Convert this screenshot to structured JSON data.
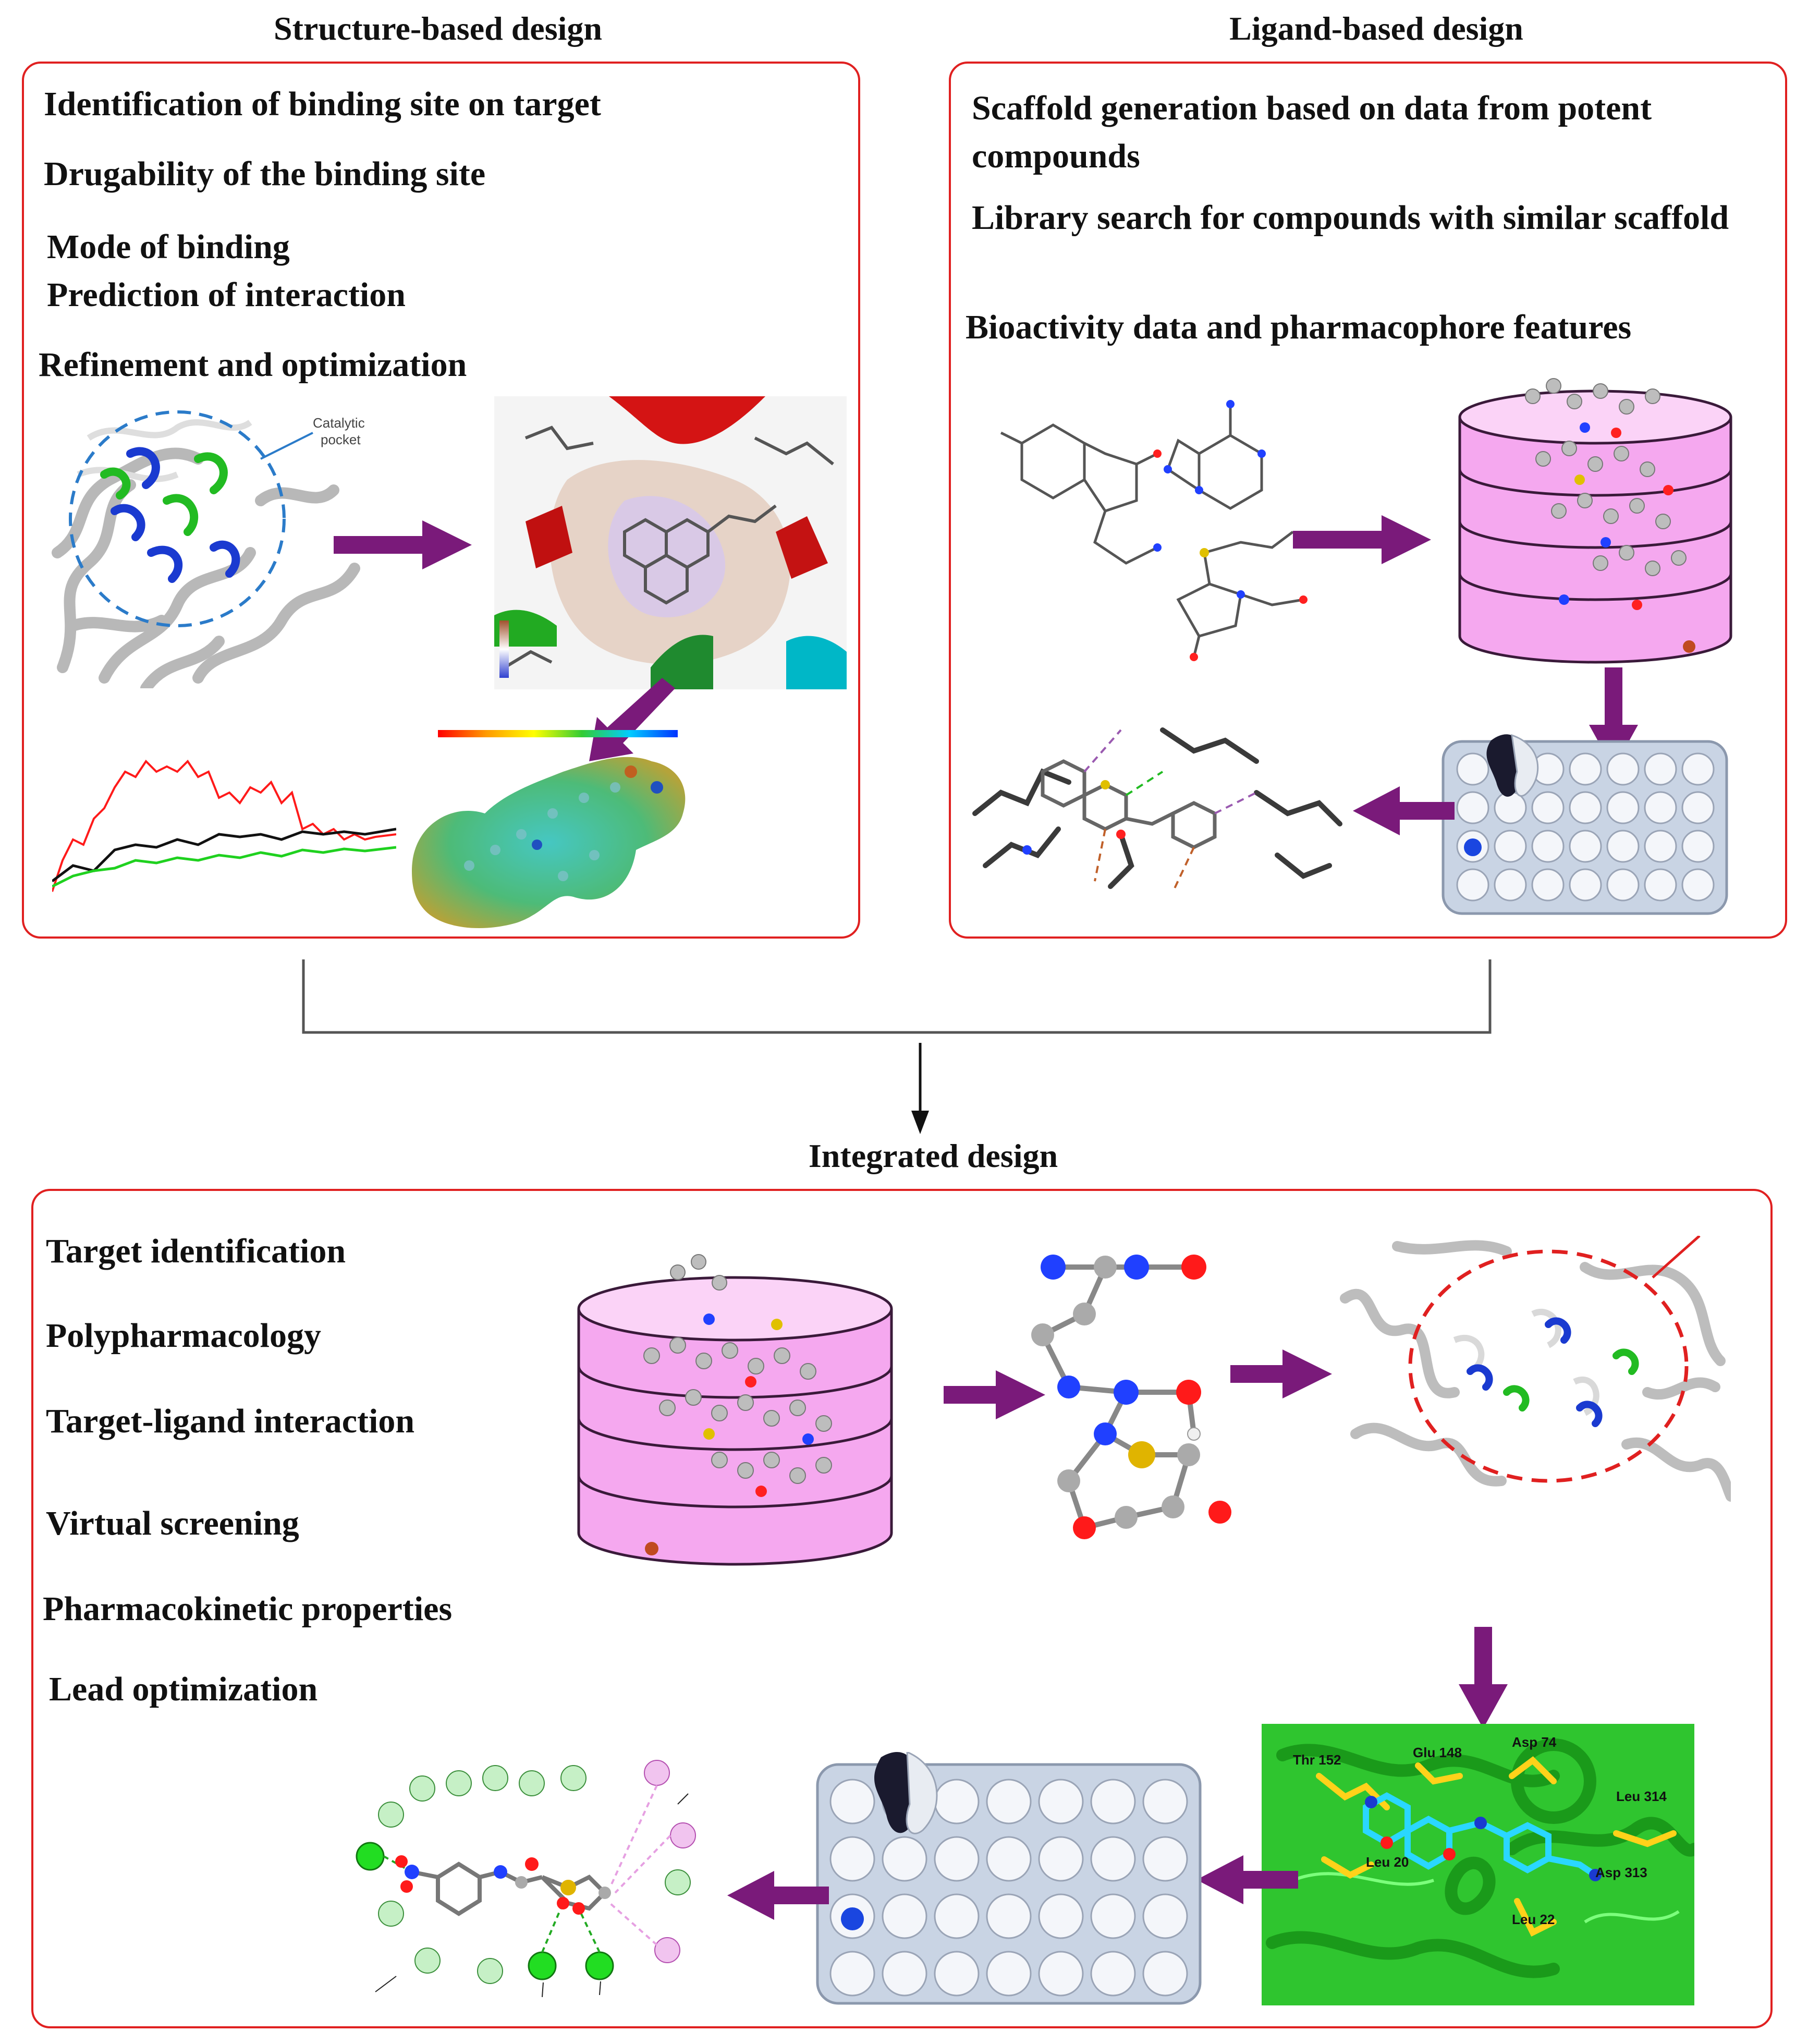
{
  "structure_based": {
    "heading": "Structure-based design",
    "items": [
      "Identification of binding site on target",
      "Drugability of the binding site",
      "Mode of binding",
      "Prediction of interaction",
      "Refinement and optimization"
    ],
    "pocket_label_line1": "Catalytic",
    "pocket_label_line2": "pocket"
  },
  "ligand_based": {
    "heading": "Ligand-based design",
    "items": [
      "Scaffold generation based on data from potent compounds",
      "Library search for compounds with similar scaffold",
      "Bioactivity data and pharmacophore features"
    ]
  },
  "integrated": {
    "heading": "Integrated design",
    "items": [
      "Target identification",
      "Polypharmacology",
      "Target-ligand interaction",
      "Virtual screening",
      "Pharmacokinetic properties",
      "Lead optimization"
    ],
    "residues": [
      "Thr 152",
      "Glu 148",
      "Asp 74",
      "Leu 314",
      "Leu 20",
      "Asp 313",
      "Leu 22"
    ]
  },
  "colors": {
    "panel_border": "#e02020",
    "arrow": "#7a1a7a",
    "library_pink": "#f5a8ef",
    "protein_green": "#2ecc2e",
    "plate_fill": "#c9d4e4"
  }
}
